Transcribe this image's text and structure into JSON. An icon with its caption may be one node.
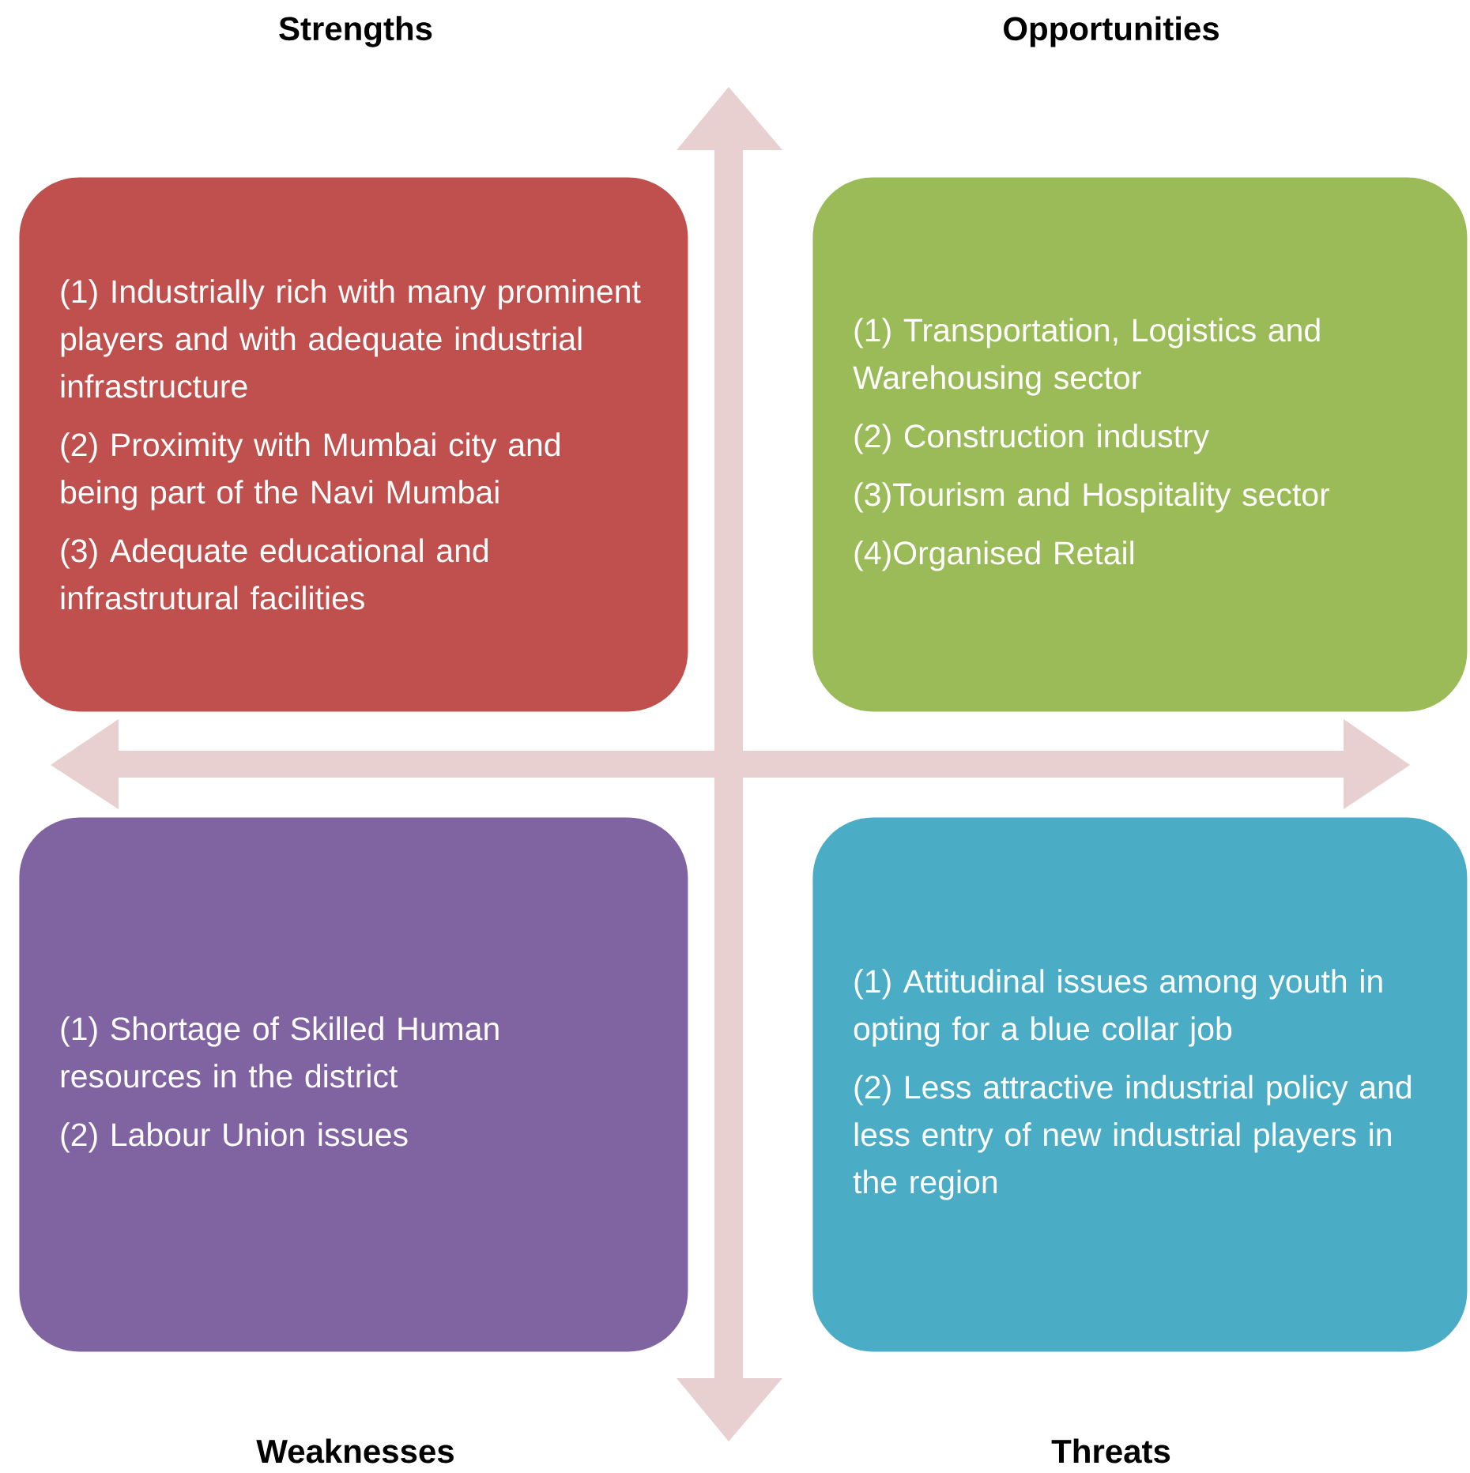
{
  "diagram": {
    "nodes": [
      {
        "text": [
          "Strengths",
          "(1) Industrially rich with many prominent players and with adequate industrial infrastructure",
          "(2) Proximity with Mumbai city and being part of the Navi Mumbai",
          "(3) Adequate educational and infrastrutural facilities"
        ]
      },
      {
        "text": [
          "Opportunities",
          "(1) Transportation, Logistics and Warehousing sector",
          "(2) Construction industry",
          "(3)Tourism and Hospitality sector",
          "(4)Organised Retail"
        ]
      },
      {
        "text": [
          "(1) Shortage of Skilled Human resources in the district",
          "(2) Labour Union issues",
          "Weaknesses"
        ]
      },
      {
        "text": [
          "(1) Attitudinal issues among youth in opting for a blue collar job",
          "(2) Less attractive industrial policy and less entry of new industrial players in the region",
          "Threats"
        ]
      }
    ]
  }
}
